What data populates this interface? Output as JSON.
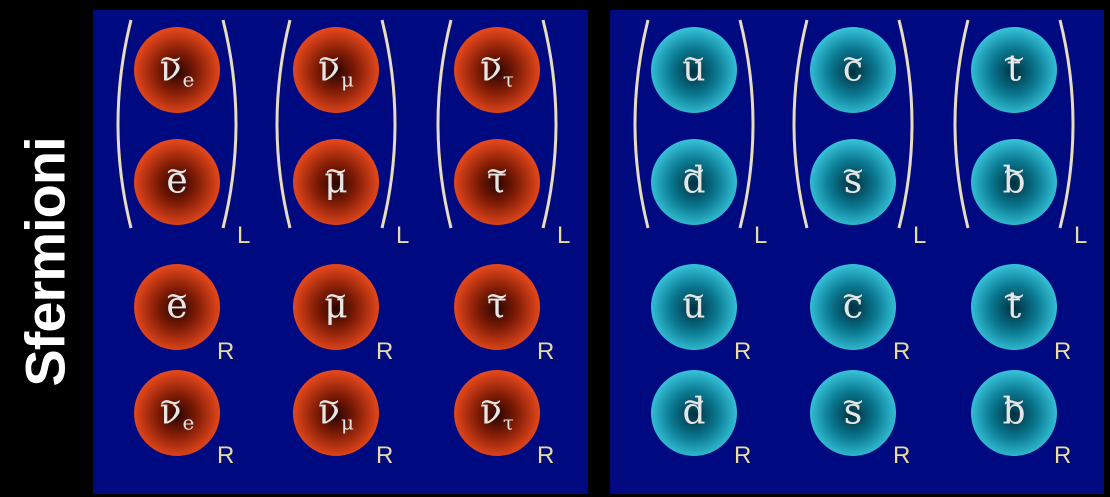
{
  "side_label": "Sfermioni",
  "colors": {
    "background": "#000000",
    "panel": "#000a80",
    "slepton": "#ff5a20",
    "squark": "#3fd0e6",
    "chirality_label": "#e8dca0"
  },
  "left_panel": {
    "doublets": [
      {
        "upper": {
          "base": "ν",
          "sub": "e"
        },
        "lower": {
          "base": "e",
          "sub": ""
        },
        "chirality": "L"
      },
      {
        "upper": {
          "base": "ν",
          "sub": "μ"
        },
        "lower": {
          "base": "μ",
          "sub": ""
        },
        "chirality": "L"
      },
      {
        "upper": {
          "base": "ν",
          "sub": "τ"
        },
        "lower": {
          "base": "τ",
          "sub": ""
        },
        "chirality": "L"
      }
    ],
    "singlets_row1": [
      {
        "base": "e",
        "sub": "",
        "chirality": "R"
      },
      {
        "base": "μ",
        "sub": "",
        "chirality": "R"
      },
      {
        "base": "τ",
        "sub": "",
        "chirality": "R"
      }
    ],
    "singlets_row2": [
      {
        "base": "ν",
        "sub": "e",
        "chirality": "R"
      },
      {
        "base": "ν",
        "sub": "μ",
        "chirality": "R"
      },
      {
        "base": "ν",
        "sub": "τ",
        "chirality": "R"
      }
    ]
  },
  "right_panel": {
    "doublets": [
      {
        "upper": {
          "base": "u",
          "sub": ""
        },
        "lower": {
          "base": "d",
          "sub": ""
        },
        "chirality": "L"
      },
      {
        "upper": {
          "base": "c",
          "sub": ""
        },
        "lower": {
          "base": "s",
          "sub": ""
        },
        "chirality": "L"
      },
      {
        "upper": {
          "base": "t",
          "sub": ""
        },
        "lower": {
          "base": "b",
          "sub": ""
        },
        "chirality": "L"
      }
    ],
    "singlets_row1": [
      {
        "base": "u",
        "sub": "",
        "chirality": "R"
      },
      {
        "base": "c",
        "sub": "",
        "chirality": "R"
      },
      {
        "base": "t",
        "sub": "",
        "chirality": "R"
      }
    ],
    "singlets_row2": [
      {
        "base": "d",
        "sub": "",
        "chirality": "R"
      },
      {
        "base": "s",
        "sub": "",
        "chirality": "R"
      },
      {
        "base": "b",
        "sub": "",
        "chirality": "R"
      }
    ]
  }
}
